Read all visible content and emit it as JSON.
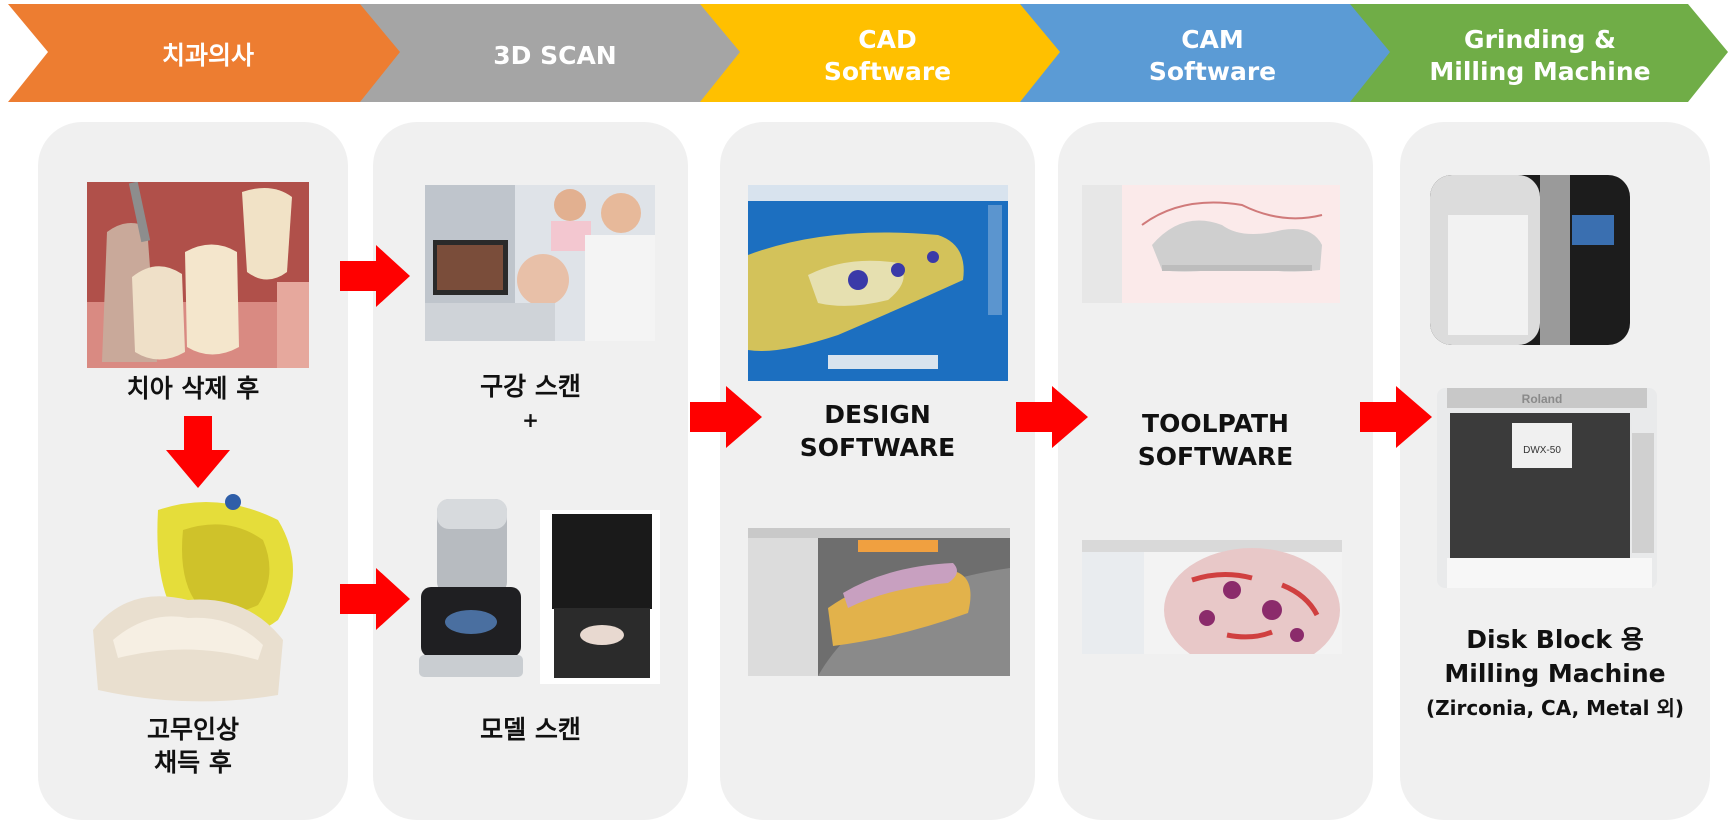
{
  "steps": [
    {
      "label": "치과의사",
      "color": "#ed7d31"
    },
    {
      "label": "3D SCAN",
      "color": "#a5a5a5"
    },
    {
      "label": "CAD\nSoftware",
      "color": "#ffc000"
    },
    {
      "label": "CAM\nSoftware",
      "color": "#5b9bd5"
    },
    {
      "label": "Grinding &\nMilling Machine",
      "color": "#70ad47"
    }
  ],
  "captions": {
    "tooth_prep": "치아 삭제 후",
    "impression": "고무인상\n채득 후",
    "oral_scan": "구강 스캔",
    "plus": "+",
    "model_scan": "모델 스캔",
    "design_software": "DESIGN\nSOFTWARE",
    "toolpath_software": "TOOLPATH\nSOFTWARE",
    "disk_block": "Disk Block 용",
    "milling_machine": "Milling Machine",
    "materials": "(Zirconia, CA, Metal 외)"
  },
  "machine_labels": {
    "brand": "Roland",
    "model": "DWX-50"
  },
  "colors": {
    "arrow": "#ff0000",
    "panel": "#f0f0f0"
  }
}
